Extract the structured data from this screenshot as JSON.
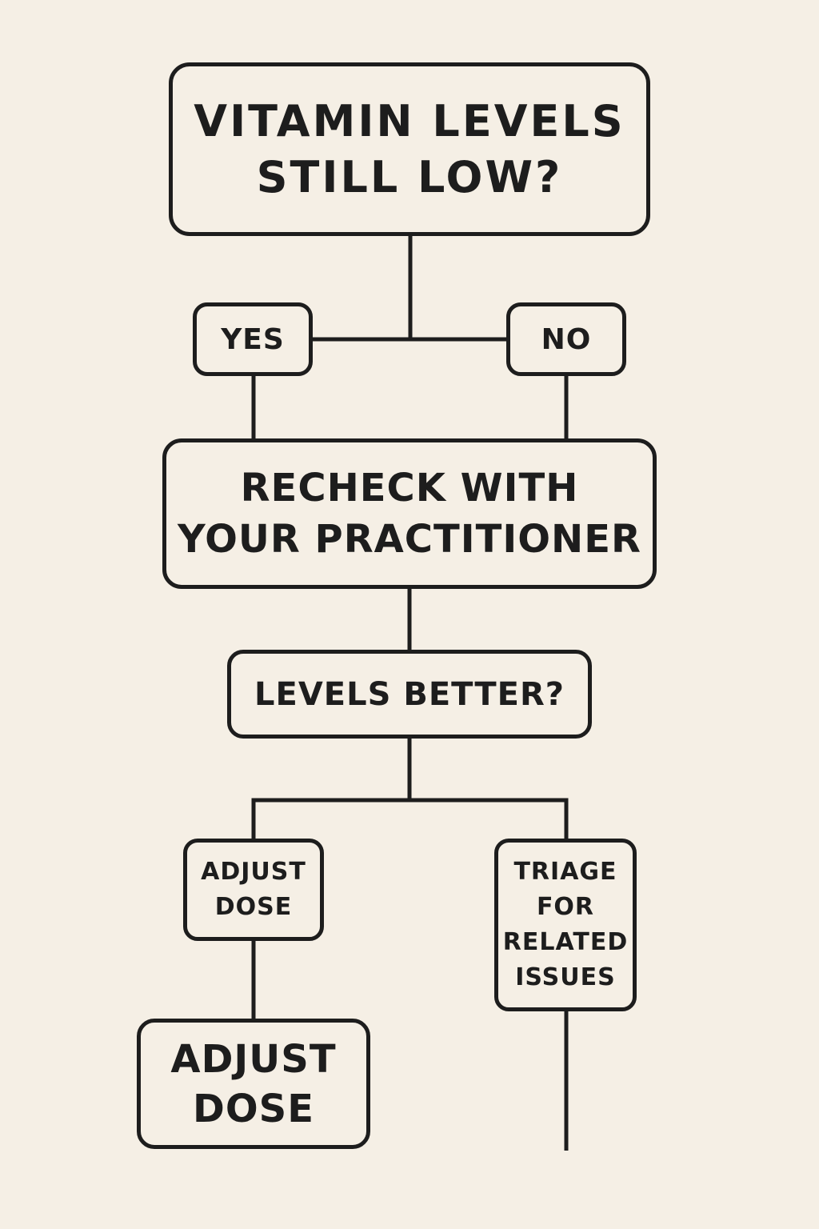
{
  "colors": {
    "background": "#f5efe5",
    "ink": "#1d1d1d"
  },
  "nodes": {
    "question_low": "VITAMIN LEVELS\nSTILL LOW?",
    "yes": "YES",
    "no": "NO",
    "recheck": "RECHECK WITH\nYOUR PRACTITIONER",
    "levels_better": "LEVELS BETTER?",
    "adjust_dose_small": "ADJUST\nDOSE",
    "triage": "TRIAGE\nFOR\nRELATED\nISSUES",
    "adjust_dose_large": "ADJUST\nDOSE"
  }
}
